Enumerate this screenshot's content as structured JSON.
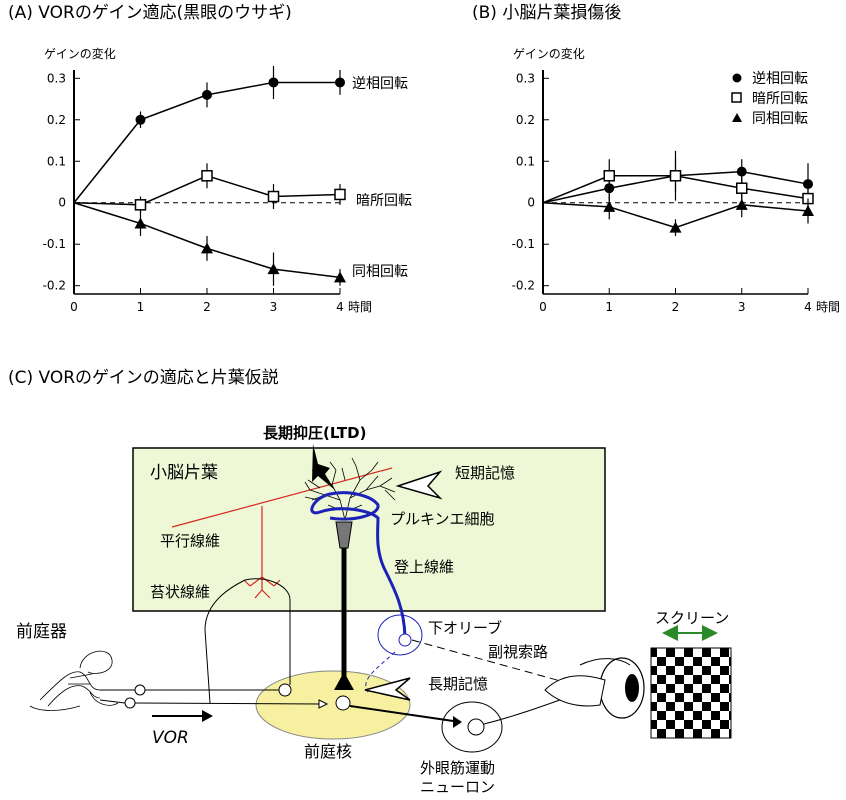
{
  "panel_a": {
    "title": "(A) VORのゲイン適応(黒眼のウサギ)"
  },
  "panel_b": {
    "title": "(B) 小脳片葉損傷後"
  },
  "panel_c": {
    "title": "(C) VORのゲインの適応と片葉仮説"
  },
  "chart_data": [
    {
      "type": "line",
      "ylabel": "ゲインの変化",
      "xlabel": "時間",
      "xlim": [
        0,
        4
      ],
      "ylim": [
        -0.22,
        0.32
      ],
      "x_ticks": [
        0,
        1,
        2,
        3,
        4
      ],
      "y_ticks": [
        0.3,
        0.2,
        0.1,
        0,
        -0.1,
        -0.2
      ],
      "y_tick_labels": [
        "0.3",
        "0.2",
        "0.1",
        "0",
        "-0.1",
        "-0.2"
      ],
      "baseline": 0,
      "legend_placement": "right-end-labels",
      "series": [
        {
          "name": "逆相回転",
          "marker": "filled-circle",
          "x": [
            0,
            1,
            2,
            3,
            4
          ],
          "y": [
            0,
            0.2,
            0.26,
            0.29,
            0.29
          ],
          "err": [
            0,
            0.02,
            0.03,
            0.04,
            0.03
          ]
        },
        {
          "name": "暗所回転",
          "marker": "open-square",
          "x": [
            0,
            1,
            2,
            3,
            4
          ],
          "y": [
            0,
            -0.005,
            0.065,
            0.015,
            0.02
          ],
          "err": [
            0,
            0.02,
            0.03,
            0.03,
            0.025
          ]
        },
        {
          "name": "同相回転",
          "marker": "filled-triangle",
          "x": [
            0,
            1,
            2,
            3,
            4
          ],
          "y": [
            0,
            -0.05,
            -0.11,
            -0.16,
            -0.18
          ],
          "err": [
            0,
            0.03,
            0.03,
            0.04,
            0.02
          ]
        }
      ]
    },
    {
      "type": "line",
      "ylabel": "ゲインの変化",
      "xlabel": "時間",
      "xlim": [
        0,
        4
      ],
      "ylim": [
        -0.22,
        0.32
      ],
      "x_ticks": [
        0,
        1,
        2,
        3,
        4
      ],
      "y_ticks": [
        0.3,
        0.2,
        0.1,
        0,
        -0.1,
        -0.2
      ],
      "y_tick_labels": [
        "0.3",
        "0.2",
        "0.1",
        "0",
        "-0.1",
        "-0.2"
      ],
      "baseline": 0,
      "legend_placement": "top-right",
      "series": [
        {
          "name": "逆相回転",
          "marker": "filled-circle",
          "x": [
            0,
            1,
            2,
            3,
            4
          ],
          "y": [
            0,
            0.035,
            0.065,
            0.075,
            0.045
          ],
          "err": [
            0,
            0.03,
            0.06,
            0.03,
            0.05
          ]
        },
        {
          "name": "暗所回転",
          "marker": "open-square",
          "x": [
            0,
            1,
            2,
            3,
            4
          ],
          "y": [
            0,
            0.065,
            0.065,
            0.035,
            0.01
          ],
          "err": [
            0,
            0.04,
            0.04,
            0.04,
            0.03
          ]
        },
        {
          "name": "同相回転",
          "marker": "filled-triangle",
          "x": [
            0,
            1,
            2,
            3,
            4
          ],
          "y": [
            0,
            -0.01,
            -0.06,
            -0.005,
            -0.02
          ],
          "err": [
            0,
            0.03,
            0.02,
            0.03,
            0.03
          ]
        }
      ]
    }
  ],
  "diagram": {
    "cerebellum_box": "小脳片葉",
    "ltd_label": "長期抑圧(LTD)",
    "short_term_memory": "短期記憶",
    "purkinje_cell": "プルキンエ細胞",
    "parallel_fiber": "平行線維",
    "climbing_fiber": "登上線維",
    "mossy_fiber": "苔状線維",
    "inferior_olive": "下オリーブ",
    "accessory_optic_tract": "副視索路",
    "long_term_memory": "長期記憶",
    "vestibular_organ": "前庭器",
    "vestibular_nucleus": "前庭核",
    "vor": "VOR",
    "oculomotor_neuron_line1": "外眼筋運動",
    "oculomotor_neuron_line2": "ニューロン",
    "screen": "スクリーン",
    "colors": {
      "box_fill": "#eef8d6",
      "nucleus_fill": "#f6f0a0",
      "parallel_fiber": "#d8281e",
      "climbing_fiber": "#1c22b8",
      "screen_arrow": "#2a8a2a"
    }
  }
}
